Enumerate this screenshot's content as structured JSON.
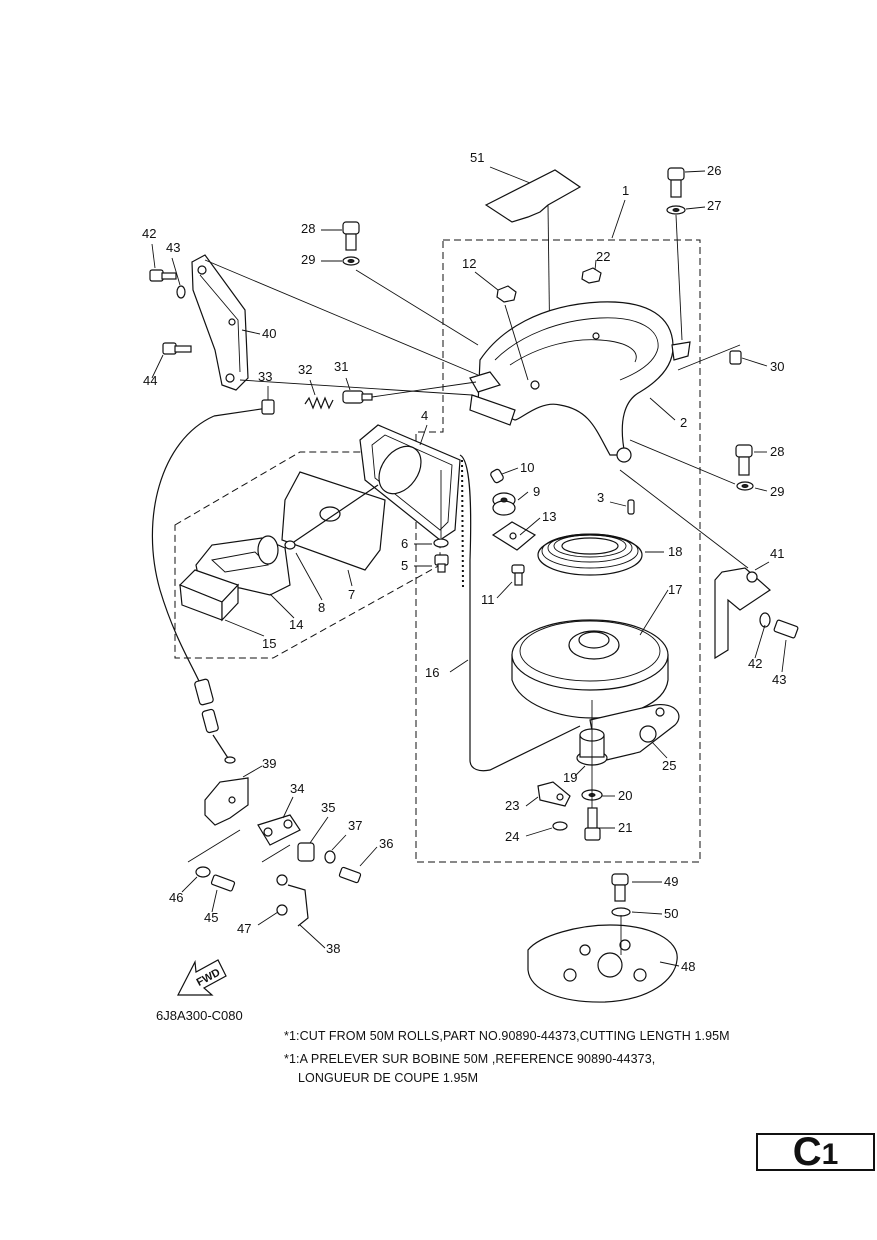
{
  "callouts": [
    "1",
    "2",
    "3",
    "4",
    "5",
    "6",
    "7",
    "8",
    "9",
    "10",
    "11",
    "12",
    "13",
    "14",
    "15",
    "16",
    "17",
    "18",
    "19",
    "20",
    "21",
    "22",
    "23",
    "24",
    "25",
    "26",
    "27",
    "28",
    "29",
    "30",
    "31",
    "32",
    "33",
    "34",
    "35",
    "36",
    "37",
    "38",
    "39",
    "40",
    "41",
    "42",
    "43",
    "44",
    "45",
    "46",
    "47",
    "48",
    "49",
    "50",
    "51"
  ],
  "figure_code": "6J8A300-C080",
  "direction_label": "FWD",
  "notes": {
    "line1": "*1:CUT FROM 50M ROLLS,PART NO.90890-44373,CUTTING LENGTH 1.95M",
    "line2": "*1:A PRELEVER SUR BOBINE 50M ,REFERENCE 90890-44373,",
    "line3": "LONGUEUR DE COUPE 1.95M"
  },
  "page_label": {
    "main": "C",
    "sub": "1"
  }
}
